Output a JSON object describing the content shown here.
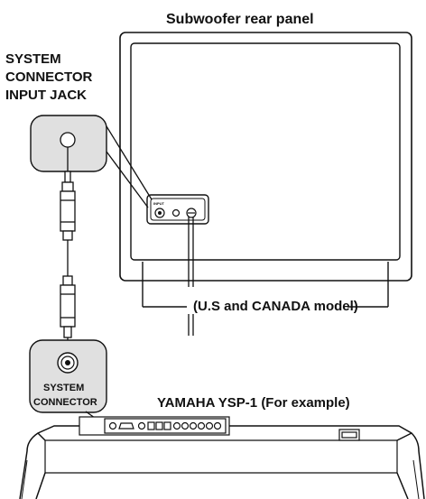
{
  "labels": {
    "subwoofer_title": "Subwoofer rear panel",
    "input_jack_line1": "SYSTEM",
    "input_jack_line2": "CONNECTOR",
    "input_jack_line3": "INPUT JACK",
    "model_note": "(U.S and CANADA model)",
    "system_connector_line1": "SYSTEM",
    "system_connector_line2": "CONNECTOR",
    "ysp_title": "YAMAHA YSP-1 (For example)",
    "panel_input_tag": "INPUT"
  },
  "colors": {
    "line": "#111111",
    "fill": "#ffffff",
    "shade": "#d9d9d9"
  }
}
